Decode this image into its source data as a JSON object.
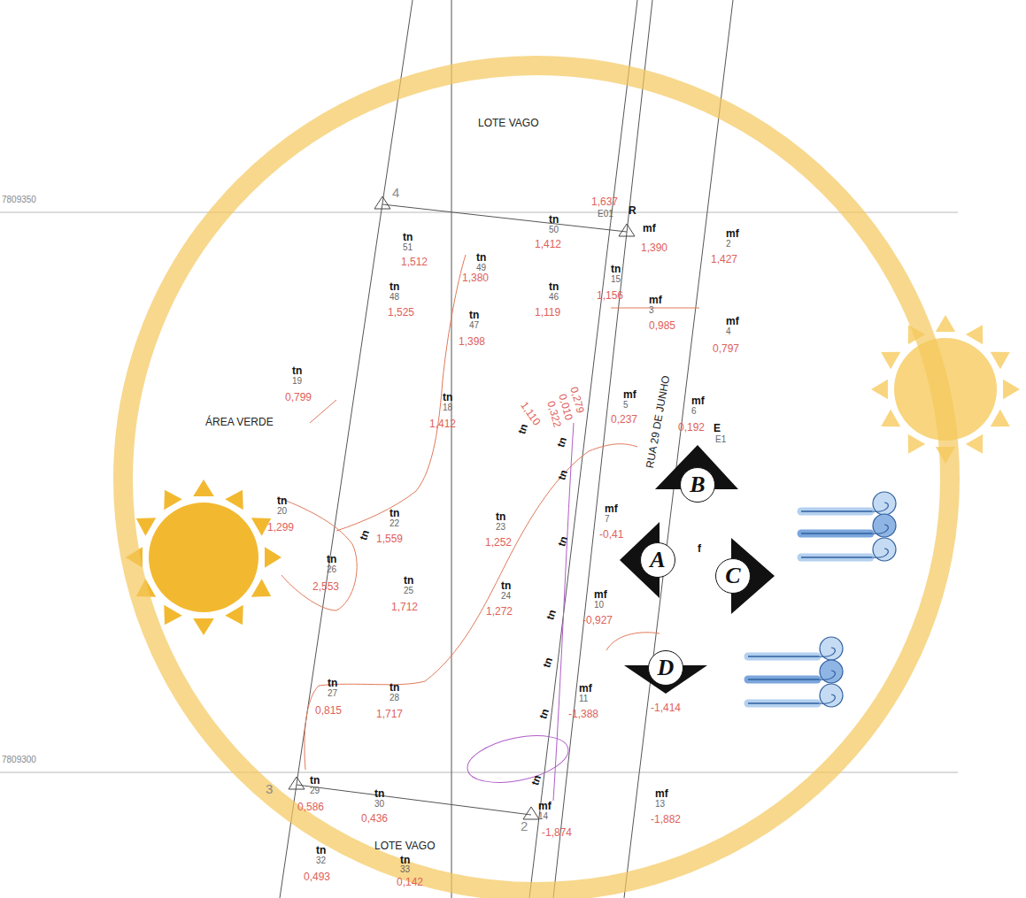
{
  "diagram": {
    "nodes": [
      {
        "text": [
          "B"
        ]
      },
      {
        "text": [
          "A"
        ]
      },
      {
        "text": [
          "C"
        ]
      },
      {
        "text": [
          "D"
        ]
      }
    ],
    "labels": [
      "7809350",
      "7809300",
      "LOTE VAGO",
      "LOTE VAGO",
      "ÁREA VERDE",
      "RUA 29 DE JUNHO",
      "4",
      "3",
      "2",
      "R",
      "1,637",
      "E01",
      "E",
      "E1",
      "tn",
      "51",
      "1,512",
      "tn",
      "50",
      "1,412",
      "mf",
      "1,390",
      "mf",
      "2",
      "1,427",
      "tn",
      "49",
      "1,380",
      "tn",
      "48",
      "1,525",
      "tn",
      "46",
      "1,119",
      "tn",
      "15",
      "1,156",
      "mf",
      "3",
      "0,985",
      "tn",
      "47",
      "1,398",
      "mf",
      "4",
      "0,797",
      "tn",
      "19",
      "0,799",
      "tn",
      "18",
      "1,412",
      "mf",
      "5",
      "0,237",
      "mf",
      "6",
      "0,192",
      "tn",
      "20",
      "1,299",
      "tn",
      "22",
      "1,559",
      "tn",
      "23",
      "1,252",
      "mf",
      "7",
      "-0,41",
      "tn",
      "26",
      "2,553",
      "tn",
      "25",
      "1,712",
      "tn",
      "24",
      "1,272",
      "mf",
      "10",
      "-0,927",
      "tn",
      "27",
      "0,815",
      "tn",
      "28",
      "1,717",
      "mf",
      "11",
      "-1,388",
      "-1,414",
      "tn",
      "29",
      "0,586",
      "tn",
      "30",
      "0,436",
      "mf",
      "14",
      "-1,874",
      "mf",
      "13",
      "-1,882",
      "tn",
      "32",
      "0,493",
      "tn",
      "33",
      "0,142",
      "1,110",
      "0,279",
      "0,010",
      "0,322",
      "tn",
      "tn",
      "tn",
      "tn",
      "tn",
      "tn",
      "tn",
      "tn",
      "tn",
      "f"
    ]
  }
}
